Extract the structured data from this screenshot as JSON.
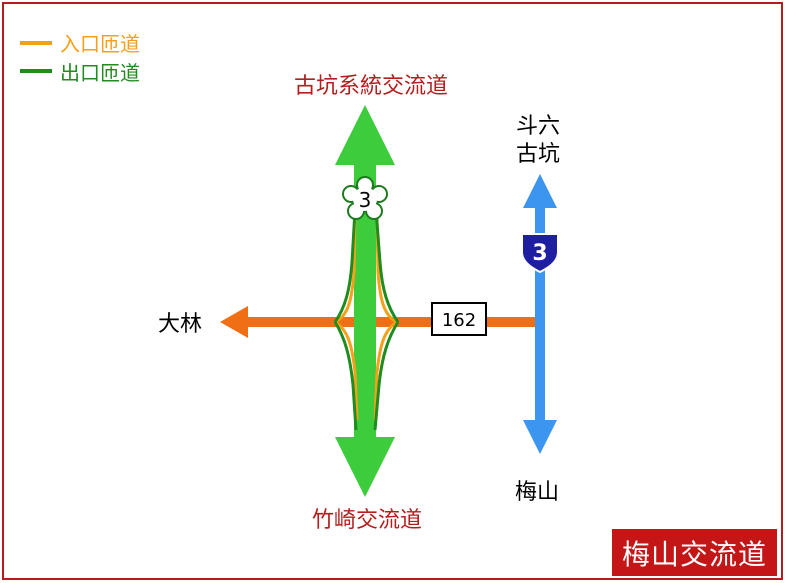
{
  "legend": {
    "items": [
      {
        "label": "入口匝道",
        "color": "#f5a019"
      },
      {
        "label": "出口匝道",
        "color": "#1e8c1e"
      }
    ]
  },
  "routes": {
    "freeway_number": "3",
    "provincial_number": "3",
    "county_road_number": "162"
  },
  "places": {
    "north_freeway": "古坑系統交流道",
    "south_freeway": "竹崎交流道",
    "west": "大林",
    "northeast_line1": "斗六",
    "northeast_line2": "古坑",
    "southeast": "梅山"
  },
  "title": "梅山交流道",
  "colors": {
    "frame": "#b41e1e",
    "freeway": "#3ccc3c",
    "county_road": "#f06e14",
    "provincial": "#3c96f0",
    "provincial_shield": "#1e1ea0",
    "place_text_red": "#b41e1e",
    "title_bg": "#c41616"
  }
}
